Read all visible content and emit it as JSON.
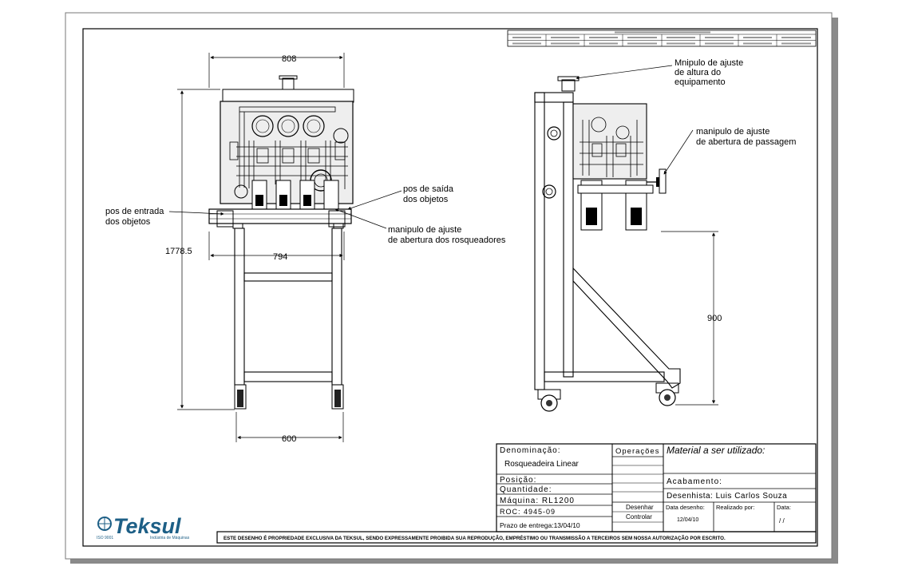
{
  "dimensions": {
    "top_width": "808",
    "inner_width": "794",
    "base_width": "600",
    "total_height": "1778.5",
    "side_height": "900"
  },
  "tolerance_table": {
    "title": "",
    "row1": [
      "",
      "",
      "",
      "",
      "",
      "",
      "",
      ""
    ],
    "row2": [
      "",
      "",
      "",
      "",
      "",
      "",
      "",
      ""
    ]
  },
  "callouts": {
    "input_position": [
      "pos de entrada",
      "dos objetos"
    ],
    "output_position": [
      "pos de saída",
      "dos objetos"
    ],
    "capper_knob": [
      "manipulo de ajuste",
      "de abertura dos rosqueadores"
    ],
    "height_knob": [
      "Mnipulo de ajuste",
      "de altura do",
      "equipamento"
    ],
    "passage_knob": [
      "manipulo de ajuste",
      "de abertura de passagem"
    ]
  },
  "title_block": {
    "denominacao_label": "Denominação:",
    "denominacao_value": "Rosqueadeira Linear",
    "posicao_label": "Posição:",
    "quantidade_label": "Quantidade:",
    "maquina_label": "Máquina: RL1200",
    "roc_label": "ROC: 4945-09",
    "prazo_label": "Prazo de entrega:13/04/10",
    "operacoes_label": "Operações",
    "desenhar_label": "Desenhar",
    "controlar_label": "Controlar",
    "material_label": "Material a ser utilizado:",
    "acabamento_label": "Acabamento:",
    "desenhista_label": "Desenhista: Luis Carlos Souza",
    "data_desenho_label": "Data desenho:",
    "data_desenho_value": "12/04/10",
    "realizado_label": "Realizado por:",
    "data_label": "Data:",
    "data_value": "/ /",
    "copyright": "ESTE DESENHO É PROPRIEDADE EXCLUSIVA DA TEKSUL, SENDO EXPRESSAMENTE PROIBIDA SUA REPRODUÇÃO, EMPRÉSTIMO OU TRANSMISSÃO A TERCEIROS SEM NOSSA AUTORIZAÇÃO POR ESCRITO."
  },
  "logo": {
    "brand": "Teksul",
    "iso": "ISO 9001",
    "tagline": "Indústria de Máquinas",
    "color": "#1d5f86"
  }
}
